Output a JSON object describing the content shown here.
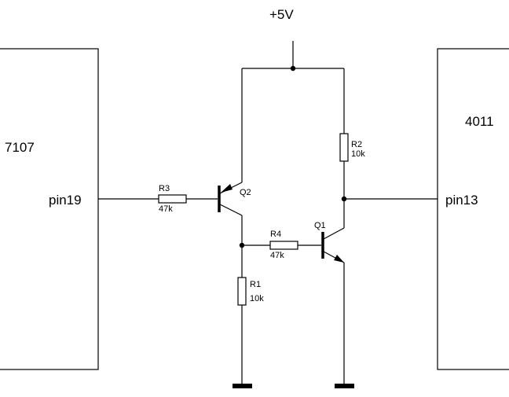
{
  "supply": {
    "label": "+5V"
  },
  "chips": {
    "left": {
      "name": "7107",
      "pin": "pin19"
    },
    "right": {
      "name": "4011",
      "pin": "pin13"
    }
  },
  "resistors": [
    {
      "ref": "R1",
      "value": "10k"
    },
    {
      "ref": "R2",
      "value": "10k"
    },
    {
      "ref": "R3",
      "value": "47k"
    },
    {
      "ref": "R4",
      "value": "47k"
    }
  ],
  "transistors": [
    {
      "ref": "Q1",
      "type": "NPN"
    },
    {
      "ref": "Q2",
      "type": "PNP"
    }
  ]
}
